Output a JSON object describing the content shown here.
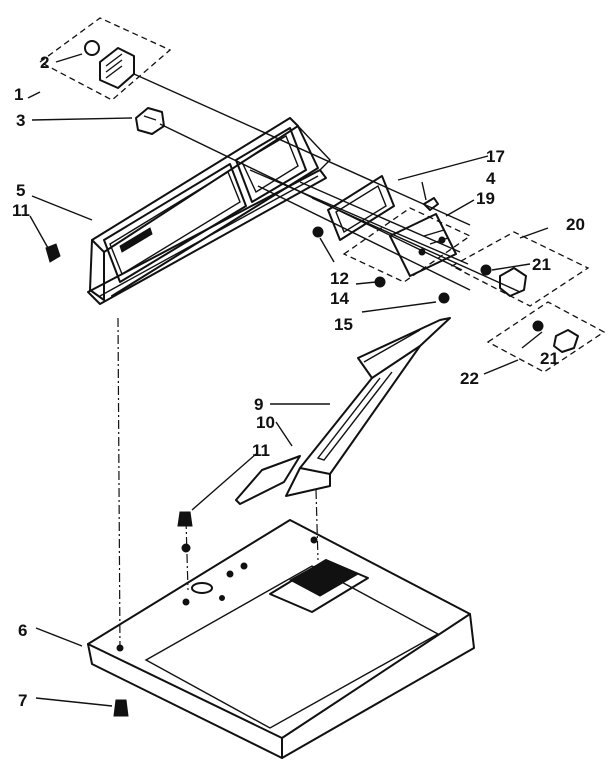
{
  "callouts": {
    "c1": "1",
    "c2": "2",
    "c3": "3",
    "c4": "4",
    "c5": "5",
    "c6": "6",
    "c7": "7",
    "c9": "9",
    "c10": "10",
    "c11a": "11",
    "c11b": "11",
    "c12": "12",
    "c14": "14",
    "c15": "15",
    "c17": "17",
    "c19": "19",
    "c20": "20",
    "c21a": "21",
    "c21b": "21",
    "c22": "22"
  },
  "colors": {
    "ink": "#111111",
    "paper": "#ffffff"
  }
}
